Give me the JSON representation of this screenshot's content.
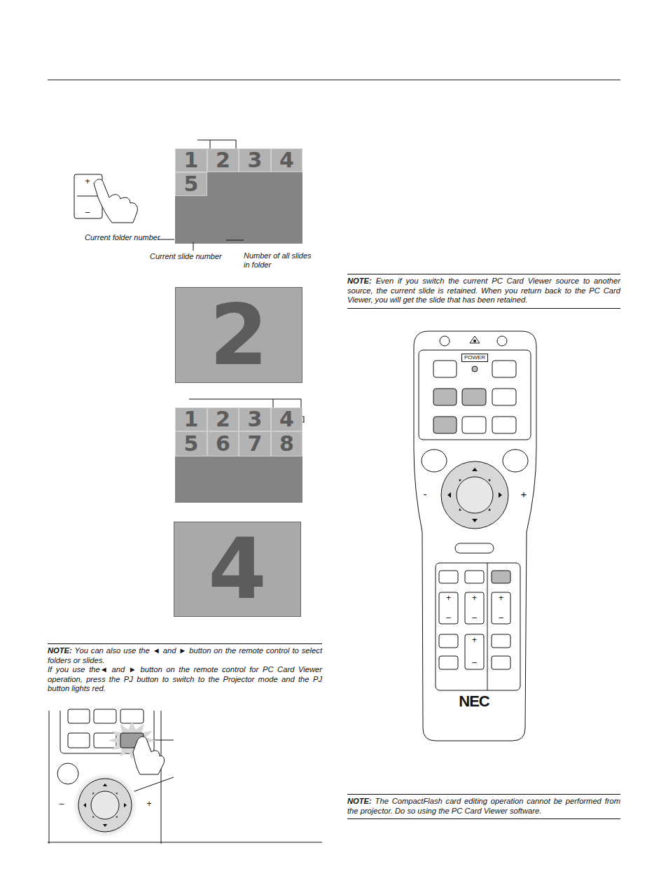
{
  "diagram": {
    "nodes": [
      {
        "text": [
          "1"
        ]
      },
      {
        "text": [
          "2"
        ]
      },
      {
        "text": [
          "3"
        ]
      },
      {
        "text": [
          "4"
        ]
      },
      {
        "text": [
          "5"
        ]
      },
      {
        "text": [
          "2"
        ]
      },
      {
        "text": [
          "1"
        ]
      },
      {
        "text": [
          "2"
        ]
      },
      {
        "text": [
          "3"
        ]
      },
      {
        "text": [
          "4"
        ]
      },
      {
        "text": [
          "5"
        ]
      },
      {
        "text": [
          "6"
        ]
      },
      {
        "text": [
          "7"
        ]
      },
      {
        "text": [
          "8"
        ]
      },
      {
        "text": [
          "4"
        ]
      }
    ],
    "labels": [
      "Current folder number",
      "Current slide number",
      "Number of all slides in folder",
      "+",
      "–",
      "NOTE:",
      "You can also use the ◄ and ► button on the remote control to select folders or slides.",
      "If you use the◄ and ► button on the remote control for PC Card Viewer operation, press the PJ button to switch to the Projector mode and the PJ button lights red.",
      "–",
      "+",
      "NOTE:",
      "Even if you switch the current PC Card Viewer source to another source, the current slide is retained. When you return back to the PC Card Viewer, you will get the slide that has been retained.",
      "POWER",
      "-",
      "+",
      "+",
      "–",
      "+",
      "–",
      "+",
      "–",
      "+",
      "–",
      "NEC",
      "NOTE:",
      "The CompactFlash card editing operation cannot be performed from the projector.  Do so using the PC Card Viewer software."
    ]
  }
}
